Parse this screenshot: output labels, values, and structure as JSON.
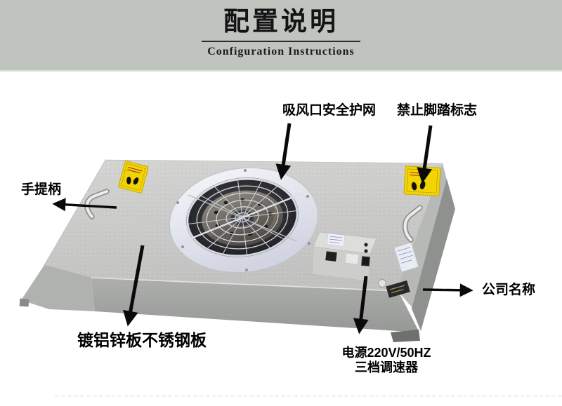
{
  "header": {
    "title": "配置说明",
    "subtitle": "Configuration Instructions"
  },
  "annotations": {
    "intake_guard": "吸风口安全护网",
    "no_step_sign": "禁止脚踏标志",
    "handle": "手提柄",
    "panel_material": "镀铝锌板不锈钢板",
    "power_line1": "电源220V/50HZ",
    "power_line2": "三档调速器",
    "company_name": "公司名称"
  },
  "colors": {
    "header_background": "#bfc4bf",
    "title_text": "#141414",
    "label_text": "#000000",
    "arrow": "#0a0a0a",
    "warning_sticker_yellow": "#f2d404",
    "unit_top_gray": "#cbccca",
    "unit_front_gray": "#a3a5a3",
    "unit_side_gray": "#8f918f",
    "fan_ring_white": "#e9ebf3",
    "fan_opening_dark": "#1e1e22"
  }
}
